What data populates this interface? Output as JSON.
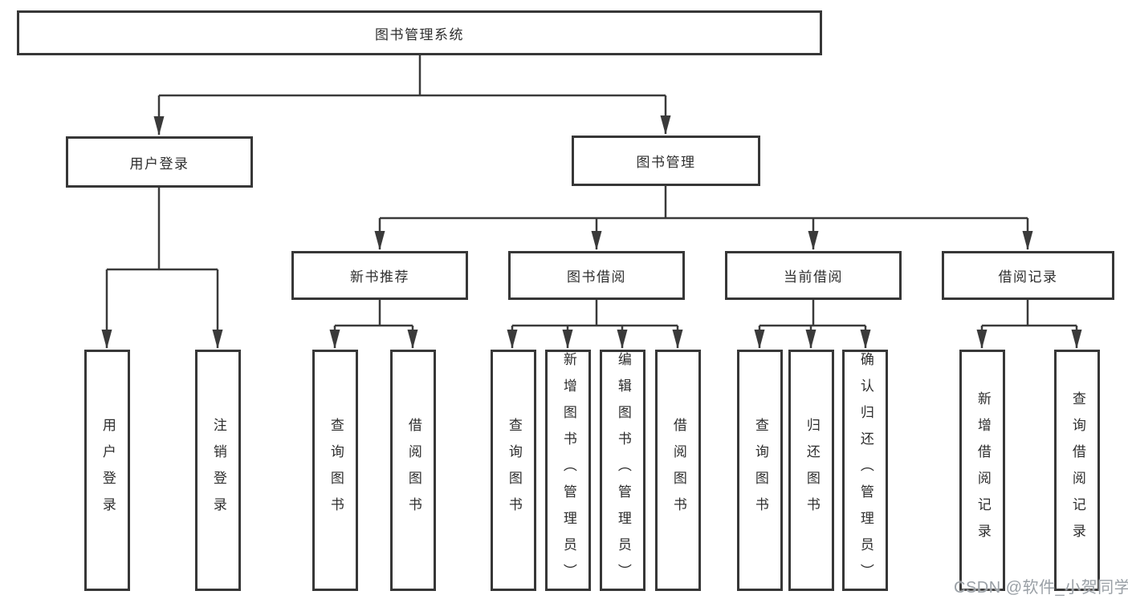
{
  "nodes": {
    "root": "图书管理系统",
    "user_login": "用户登录",
    "book_management": "图书管理",
    "new_book_recommend": "新书推荐",
    "book_borrow": "图书借阅",
    "current_borrow": "当前借阅",
    "borrow_record": "借阅记录",
    "leaf_user_login": "用户登录",
    "leaf_logout": "注销登录",
    "leaf_rec_query_book": "查询图书",
    "leaf_rec_borrow_book": "借阅图书",
    "leaf_bb_query_book": "查询图书",
    "leaf_bb_add_book": "新增图书（管理员）",
    "leaf_bb_edit_book": "编辑图书（管理员）",
    "leaf_bb_borrow_book": "借阅图书",
    "leaf_cb_query_book": "查询图书",
    "leaf_cb_return_book": "归还图书",
    "leaf_cb_confirm_return": "确认归还（管理员）",
    "leaf_br_add_record": "新增借阅记录",
    "leaf_br_query_record": "查询借阅记录"
  },
  "watermark": "CSDN @软件_小贺同学",
  "colors": {
    "background": "#ffffff",
    "box_border": "#373737",
    "connector_line": "#3a3a3a",
    "text": "#2e2e2e",
    "watermark_text": "#9aa0a6"
  }
}
